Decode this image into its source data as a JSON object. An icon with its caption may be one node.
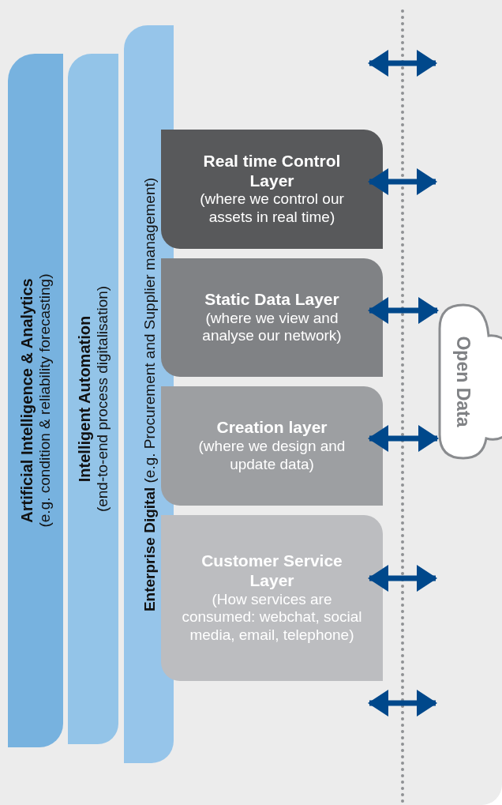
{
  "diagram": {
    "nodes": [
      {
        "text": [
          "Artificial Intelligence & Analytics",
          "(e.g. condition & reliability forecasting)"
        ]
      },
      {
        "text": [
          "Intelligent Automation",
          "(end-to-end process digitalisation)"
        ]
      },
      {
        "text": [
          "**Enterprise Digital** (e.g. Procurement and Supplier management)"
        ]
      },
      {
        "text": [
          "Real time Control Layer",
          "(where we control our assets in real time)"
        ]
      },
      {
        "text": [
          "Static Data Layer",
          "(where we view and analyse our network)"
        ]
      },
      {
        "text": [
          "Creation layer",
          "(where we design and update data)"
        ]
      },
      {
        "text": [
          "Customer Service Layer",
          "(How services are consumed: webchat, social media, email, telephone)"
        ]
      },
      {
        "text": [
          "Open Data"
        ]
      }
    ],
    "edges": [
      {
        "from": 3,
        "to": null,
        "arrow": "both"
      },
      {
        "from": 4,
        "to": 7,
        "arrow": "both"
      },
      {
        "from": 5,
        "to": 7,
        "arrow": "both"
      },
      {
        "from": 6,
        "to": null,
        "arrow": "both"
      }
    ]
  }
}
